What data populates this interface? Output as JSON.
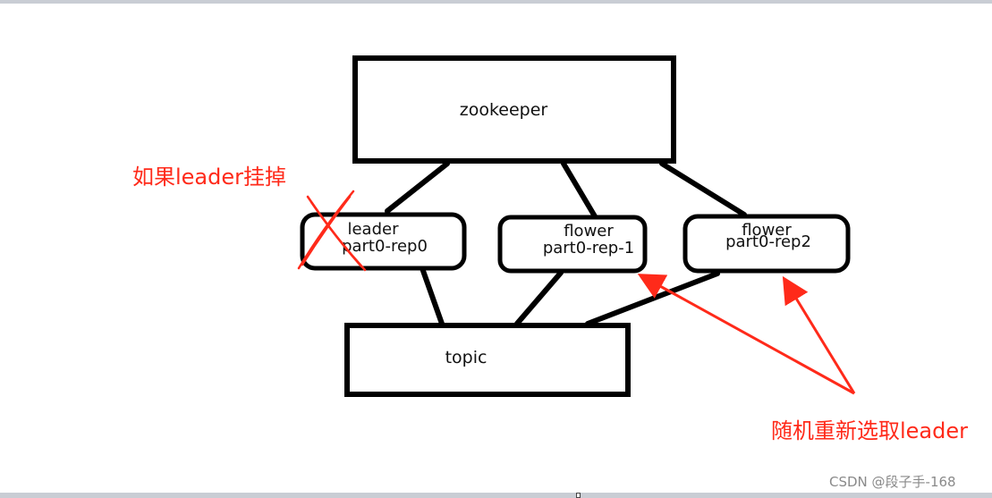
{
  "nodes": {
    "zookeeper": {
      "label": "zookeeper"
    },
    "leader": {
      "line1": "leader",
      "line2": "part0-rep0"
    },
    "follower1": {
      "line1": "flower",
      "line2": "part0-rep-1"
    },
    "follower2": {
      "line1": "flower",
      "line2": "part0-rep2"
    },
    "topic": {
      "label": "topic"
    }
  },
  "annotations": {
    "leader_down": "如果leader挂掉",
    "reelect": "随机重新选取leader"
  },
  "watermark": "CSDN @段子手-168",
  "colors": {
    "annotation": "#ff2a1a",
    "stroke": "#000000",
    "frame": "#c9cdd4"
  }
}
